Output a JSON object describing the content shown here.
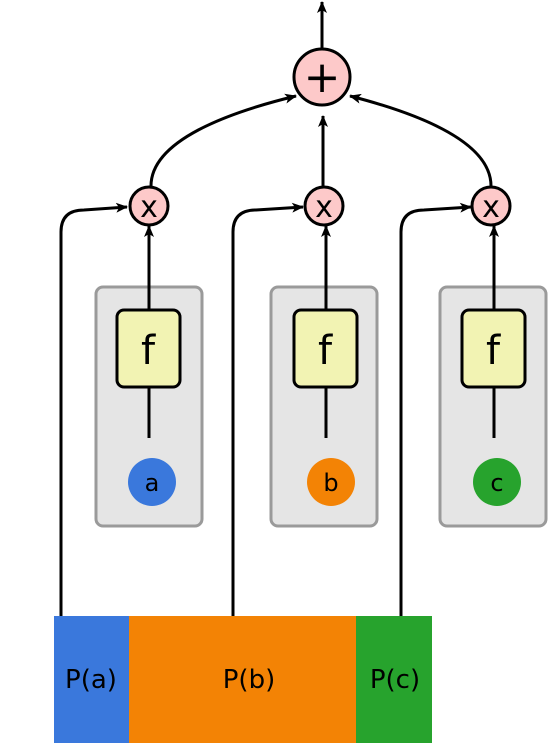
{
  "sum_symbol": "+",
  "multiply_symbol": "x",
  "branches": [
    {
      "id": "a",
      "function_label": "f",
      "input_label": "a",
      "input_color": "#3a78dc",
      "prob_label": "P(a)",
      "prob_color": "#3a78dc"
    },
    {
      "id": "b",
      "function_label": "f",
      "input_label": "b",
      "input_color": "#f38305",
      "prob_label": "P(b)",
      "prob_color": "#f38305"
    },
    {
      "id": "c",
      "function_label": "f",
      "input_label": "c",
      "input_color": "#27a32d",
      "prob_label": "P(c)",
      "prob_color": "#27a32d"
    }
  ],
  "colors": {
    "operator_fill": "#fdc9c9",
    "function_fill": "#f2f3b3",
    "panel_fill": "#e5e5e5",
    "panel_stroke": "#9a9a9a",
    "stroke": "#000000"
  }
}
